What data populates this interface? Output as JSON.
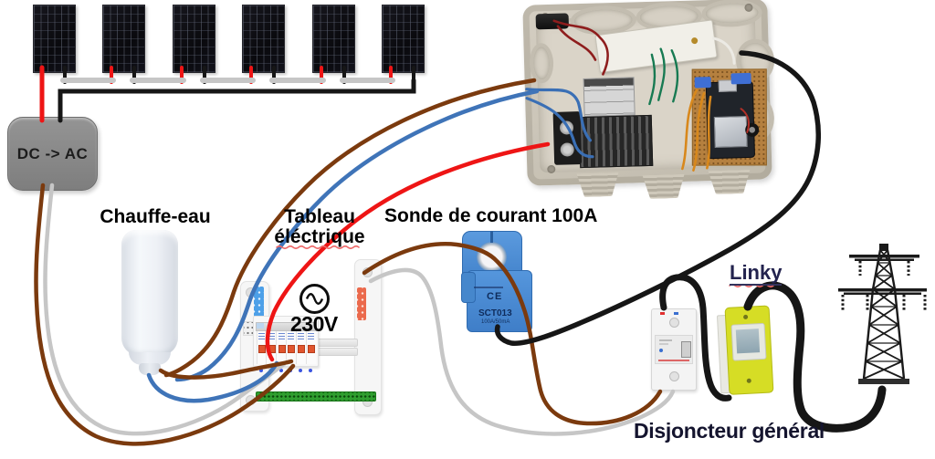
{
  "labels": {
    "inverter": "DC -> AC",
    "water_heater": "Chauffe-eau",
    "panel_line1": "Tableau",
    "panel_line2": "éléctrique",
    "voltage": "230V",
    "current_sensor": "Sonde de courant 100A",
    "meter": "Linky",
    "main_breaker": "Disjoncteur général"
  },
  "current_clamp": {
    "ce_mark": "CE",
    "model": "SCT013",
    "rating": "100A/50mA"
  },
  "solar_array": {
    "panel_count": 6
  },
  "electrical_panel": {
    "breaker_count": 6
  },
  "colors": {
    "wire_red": "#ee1515",
    "wire_black": "#161616",
    "wire_brown": "#7b3a0e",
    "wire_gray": "#c6c6c6",
    "wire_blue": "#3f74b8",
    "clamp_blue": "#4e8fd6",
    "meter_yellow": "#d6dd25"
  }
}
